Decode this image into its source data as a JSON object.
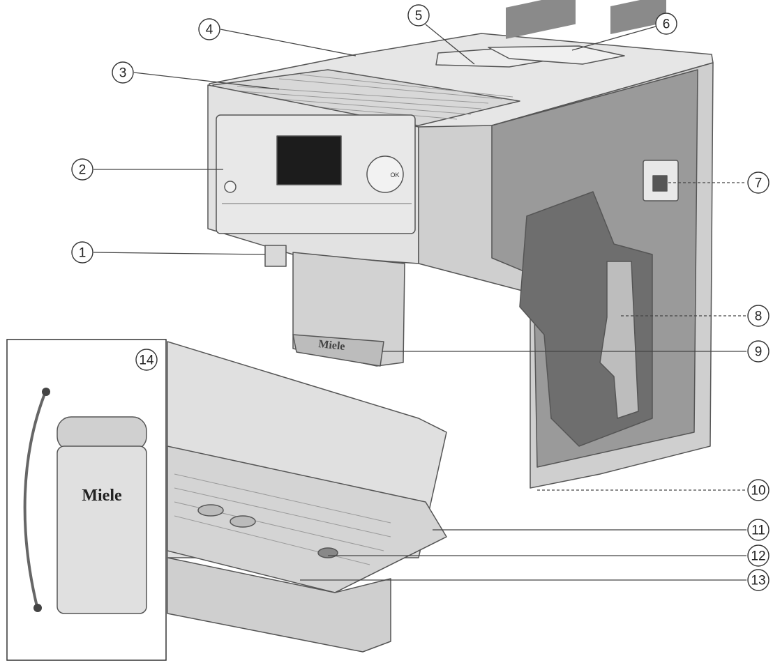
{
  "brand_text": "Miele",
  "callouts": [
    {
      "id": 1,
      "label": "1"
    },
    {
      "id": 2,
      "label": "2"
    },
    {
      "id": 3,
      "label": "3"
    },
    {
      "id": 4,
      "label": "4"
    },
    {
      "id": 5,
      "label": "5"
    },
    {
      "id": 6,
      "label": "6"
    },
    {
      "id": 7,
      "label": "7"
    },
    {
      "id": 8,
      "label": "8"
    },
    {
      "id": 9,
      "label": "9"
    },
    {
      "id": 10,
      "label": "10"
    },
    {
      "id": 11,
      "label": "11"
    },
    {
      "id": 12,
      "label": "12"
    },
    {
      "id": 13,
      "label": "13"
    },
    {
      "id": 14,
      "label": "14"
    }
  ],
  "display": {
    "ok_label": "OK"
  },
  "colors": {
    "body": "#dcdcdc",
    "panel": "#e4e4e4",
    "dark_interior": "#7a7a7a",
    "outline": "#555555",
    "display_screen": "#1c1c1c"
  }
}
